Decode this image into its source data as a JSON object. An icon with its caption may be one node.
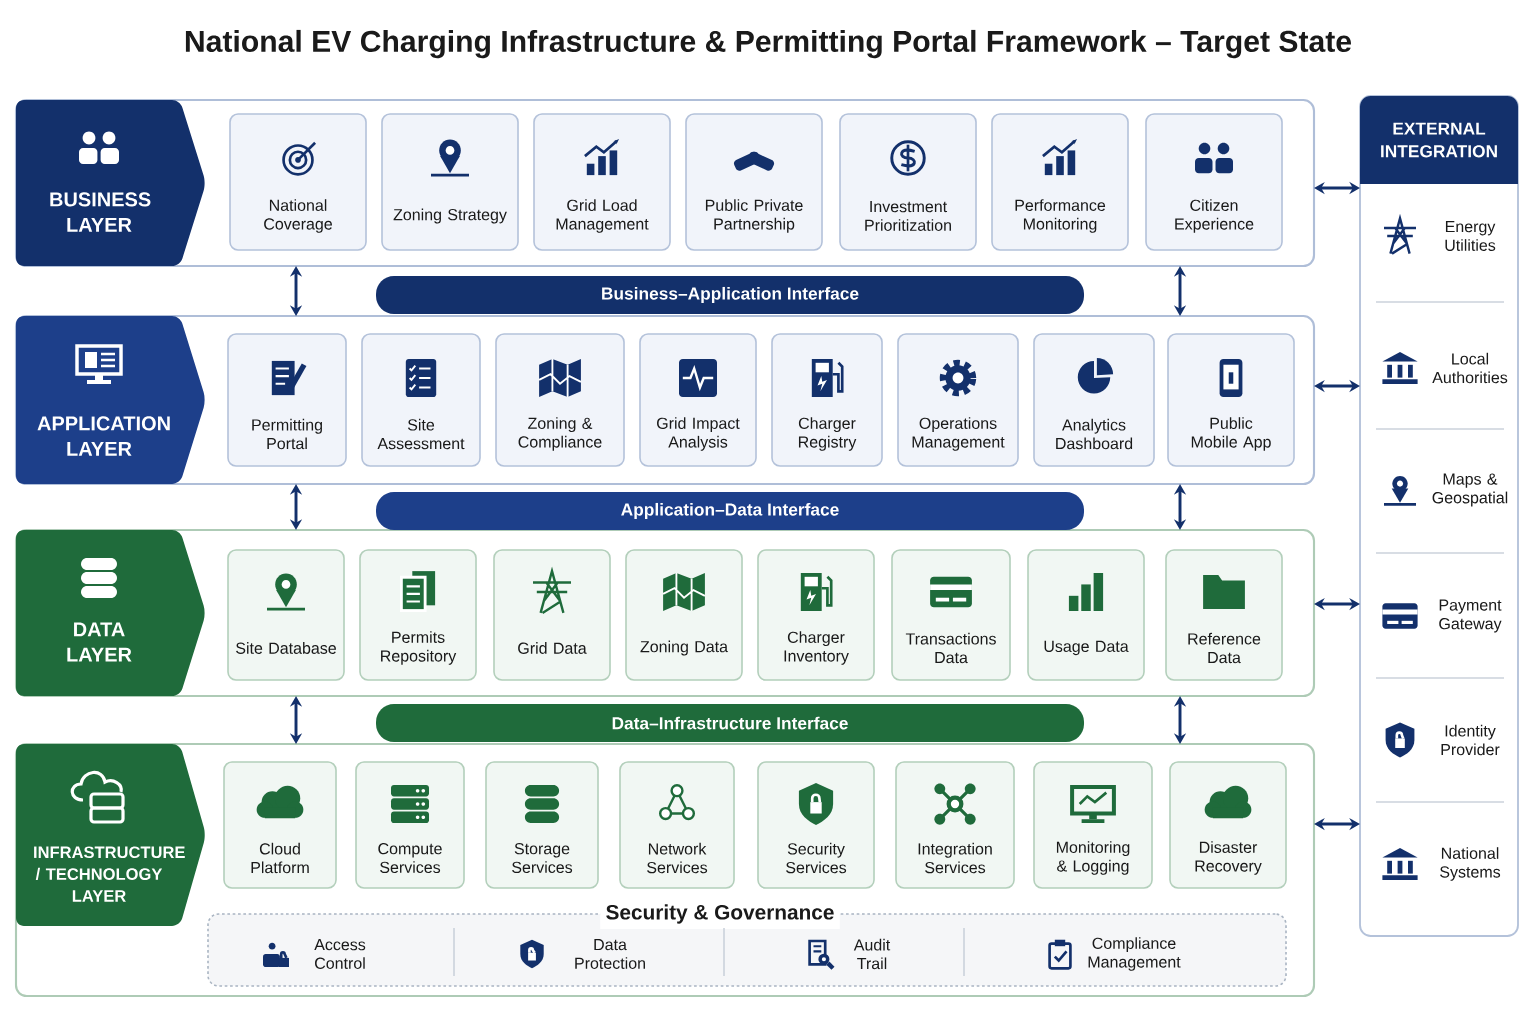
{
  "diagram": {
    "title": "National EV Charging Infrastructure & Permitting Portal Framework – Target State",
    "nodes": [
      {
        "text": [],
        "shape": "box"
      },
      {
        "text": [
          "BUSINESS LAYER"
        ],
        "in": 0
      },
      {
        "text": [
          "National Coverage"
        ],
        "in": 0
      },
      {
        "text": [
          "Zoning Strategy"
        ],
        "in": 0
      },
      {
        "text": [
          "Grid Load Management"
        ],
        "in": 0
      },
      {
        "text": [
          "Public Private Partnership"
        ],
        "in": 0
      },
      {
        "text": [
          "Investment Prioritization"
        ],
        "in": 0
      },
      {
        "text": [
          "Performance Monitoring"
        ],
        "in": 0
      },
      {
        "text": [
          "Citizen Experience"
        ],
        "in": 0
      },
      {
        "text": [
          "Business–Application Interface"
        ]
      },
      {
        "text": [],
        "shape": "box"
      },
      {
        "text": [
          "APPLICATION LAYER"
        ],
        "in": 10
      },
      {
        "text": [
          "Permitting Portal"
        ],
        "in": 10
      },
      {
        "text": [
          "Site Assessment"
        ],
        "in": 10
      },
      {
        "text": [
          "Zoning & Compliance"
        ],
        "in": 10
      },
      {
        "text": [
          "Grid Impact Analysis"
        ],
        "in": 10
      },
      {
        "text": [
          "Charger Registry"
        ],
        "in": 10
      },
      {
        "text": [
          "Operations Management"
        ],
        "in": 10
      },
      {
        "text": [
          "Analytics Dashboard"
        ],
        "in": 10
      },
      {
        "text": [
          "Public Mobile App"
        ],
        "in": 10
      },
      {
        "text": [
          "Application–Data Interface"
        ]
      },
      {
        "text": [],
        "shape": "box"
      },
      {
        "text": [
          "DATA LAYER"
        ],
        "in": 21
      },
      {
        "text": [
          "Site Database"
        ],
        "in": 21
      },
      {
        "text": [
          "Permits Repository"
        ],
        "in": 21
      },
      {
        "text": [
          "Grid Data"
        ],
        "in": 21
      },
      {
        "text": [
          "Zoning Data"
        ],
        "in": 21
      },
      {
        "text": [
          "Charger Inventory"
        ],
        "in": 21
      },
      {
        "text": [
          "Transactions Data"
        ],
        "in": 21
      },
      {
        "text": [
          "Usage Data"
        ],
        "in": 21
      },
      {
        "text": [
          "Reference Data"
        ],
        "in": 21
      },
      {
        "text": [
          "Data–Infrastructure Interface"
        ]
      },
      {
        "text": [],
        "shape": "box"
      },
      {
        "text": [
          "INFRASTRUCTURE / TECHNOLOGY LAYER"
        ],
        "in": 32
      },
      {
        "text": [
          "Cloud Platform"
        ],
        "in": 32
      },
      {
        "text": [
          "Compute Services"
        ],
        "in": 32
      },
      {
        "text": [
          "Storage Services"
        ],
        "in": 32
      },
      {
        "text": [
          "Network Services"
        ],
        "in": 32
      },
      {
        "text": [
          "Security Services"
        ],
        "in": 32
      },
      {
        "text": [
          "Integration Services"
        ],
        "in": 32
      },
      {
        "text": [
          "Monitoring & Logging"
        ],
        "in": 32
      },
      {
        "text": [
          "Disaster Recovery"
        ],
        "in": 32
      },
      {
        "text": [
          "Security & Governance"
        ],
        "in": 32
      },
      {
        "text": [
          "Access Control"
        ],
        "in": 42
      },
      {
        "text": [
          "Data Protection"
        ],
        "in": 42
      },
      {
        "text": [
          "Audit Trail"
        ],
        "in": 42
      },
      {
        "text": [
          "Compliance Management"
        ],
        "in": 42
      },
      {
        "text": [
          "EXTERNAL INTEGRATION"
        ]
      },
      {
        "text": [
          "Energy Utilities"
        ],
        "in": 47
      },
      {
        "text": [
          "Local Authorities"
        ],
        "in": 47
      },
      {
        "text": [
          "Maps & Geospatial"
        ],
        "in": 47
      },
      {
        "text": [
          "Payment Gateway"
        ],
        "in": 47
      },
      {
        "text": [
          "Identity Provider"
        ],
        "in": 47
      },
      {
        "text": [
          "National Systems"
        ],
        "in": 47
      }
    ],
    "edges": [
      {
        "from": 0,
        "to": 10,
        "arrow": "both"
      },
      {
        "from": 0,
        "to": 10,
        "arrow": "both"
      },
      {
        "from": 10,
        "to": 21,
        "arrow": "both"
      },
      {
        "from": 10,
        "to": 21,
        "arrow": "both"
      },
      {
        "from": 21,
        "to": 32,
        "arrow": "both"
      },
      {
        "from": 21,
        "to": 32,
        "arrow": "both"
      },
      {
        "from": 0,
        "to": 47,
        "arrow": "both"
      },
      {
        "from": 10,
        "to": 47,
        "arrow": "both"
      },
      {
        "from": 21,
        "to": 47,
        "arrow": "both"
      },
      {
        "from": 32,
        "to": 47,
        "arrow": "both"
      }
    ]
  }
}
